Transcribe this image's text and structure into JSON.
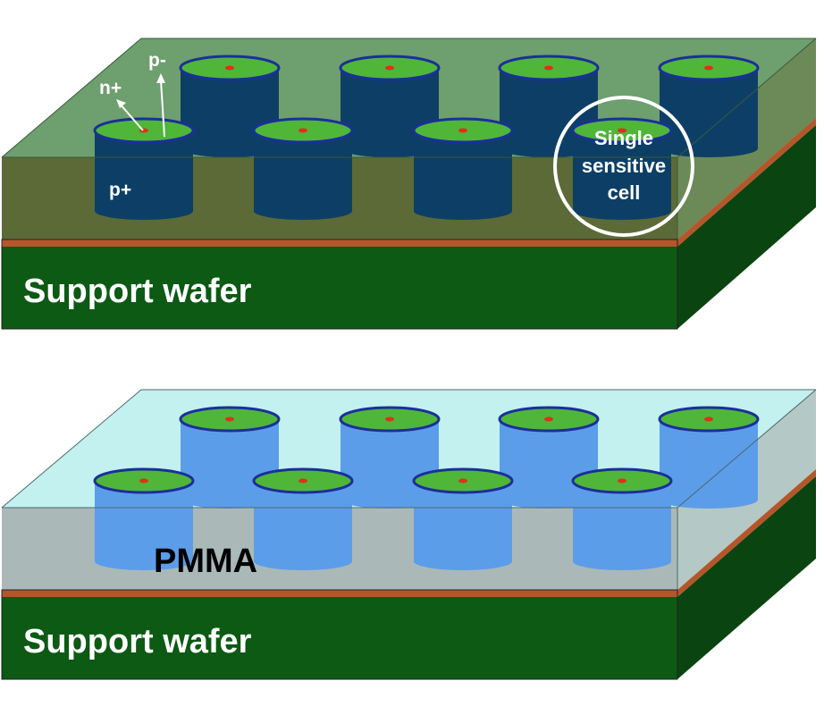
{
  "top_panel": {
    "labels": {
      "n_plus": "n+",
      "p_minus": "p-",
      "p_plus": "p+",
      "callout_line1": "Single",
      "callout_line2": "sensitive",
      "callout_line3": "cell",
      "support": "Support wafer"
    },
    "colors": {
      "top_layer": "#6e9f6e",
      "floor": "#5c6a37",
      "front_face": "#0c5a14",
      "right_face": "#0a4410",
      "stripe": "#b5562a",
      "cylinder": "#0d3f66",
      "cap": "#4fb63a",
      "cap_rim": "#1b2f9a",
      "dot": "#e0301a"
    }
  },
  "bottom_panel": {
    "labels": {
      "pmma": "PMMA",
      "support": "Support wafer"
    },
    "colors": {
      "top_layer": "#c2f1ef",
      "floor": "#aab9b8",
      "front_face": "#0c5a14",
      "right_face": "#0a4410",
      "stripe": "#b5562a",
      "cylinder": "#5c9de9",
      "cap": "#4fb63a",
      "cap_rim": "#1b2f9a",
      "dot": "#e0301a"
    }
  }
}
